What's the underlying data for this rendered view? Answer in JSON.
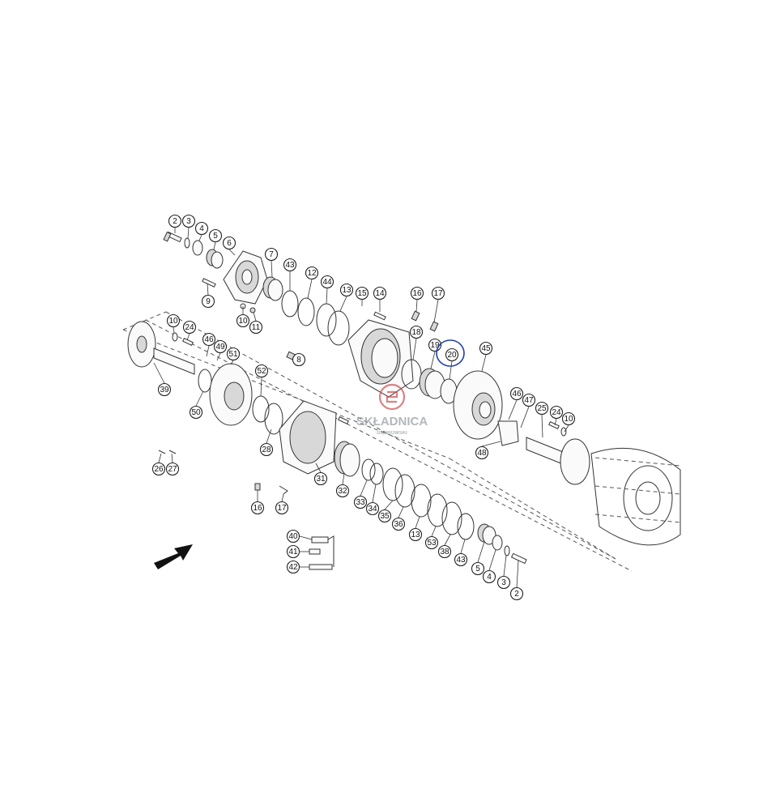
{
  "watermark": {
    "brand": "SKŁADNICA",
    "sub": "DĄBROWSKI",
    "color": "#c94f4f"
  },
  "highlight_color": "#1f3fb0",
  "highlighted_part": "20",
  "callouts": [
    "2",
    "3",
    "4",
    "5",
    "6",
    "7",
    "43",
    "12",
    "44",
    "13",
    "15",
    "14",
    "16",
    "17",
    "9",
    "10",
    "11",
    "8",
    "18",
    "19",
    "20",
    "45",
    "10",
    "24",
    "46",
    "49",
    "51",
    "52",
    "39",
    "50",
    "28",
    "31",
    "32",
    "33",
    "34",
    "35",
    "36",
    "13",
    "53",
    "38",
    "43",
    "5",
    "4",
    "3",
    "2",
    "46",
    "47",
    "25",
    "24",
    "10",
    "48",
    "26",
    "27",
    "16",
    "17",
    "40",
    "41",
    "42"
  ]
}
